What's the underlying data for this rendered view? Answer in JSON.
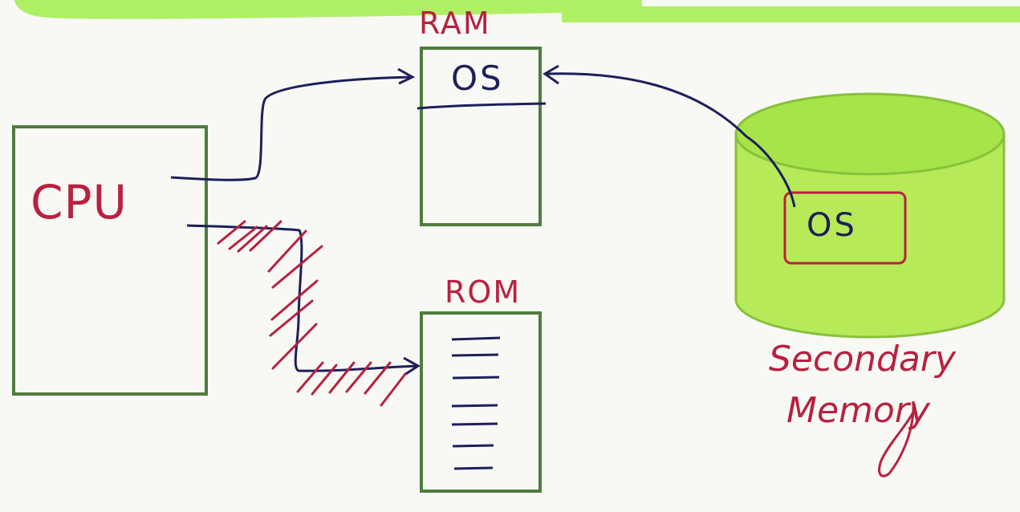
{
  "diagram": {
    "cpu": {
      "label": "CPU"
    },
    "ram": {
      "label": "RAM",
      "content_label": "OS"
    },
    "rom": {
      "label": "ROM"
    },
    "secondary_memory": {
      "label_line1": "Secondary",
      "label_line2": "Memory",
      "content_label": "OS"
    },
    "colors": {
      "box_border": "#4e7d3e",
      "handwriting_red": "#b8213f",
      "arrow_navy": "#1d1f5c",
      "disk_fill": "#b6ea58",
      "disk_top": "#9bde3c",
      "banner_green": "#aef064"
    }
  }
}
